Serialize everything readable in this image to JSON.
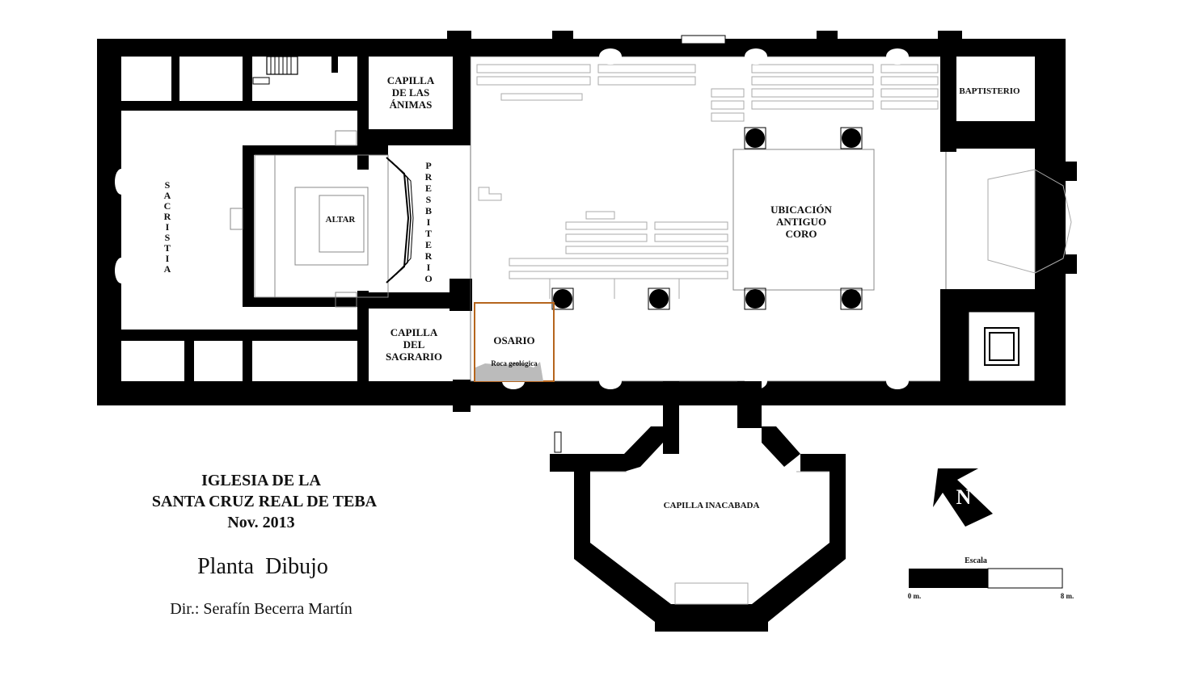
{
  "rooms": {
    "capilla_animas": [
      "CAPILLA",
      "DE LAS",
      "ÁNIMAS"
    ],
    "baptisterio": "BAPTISTERIO",
    "sacristia": [
      "S",
      "A",
      "C",
      "R",
      "I",
      "S",
      "T",
      "I",
      "A"
    ],
    "altar": "ALTAR",
    "presbiterio": [
      "P",
      "R",
      "E",
      "S",
      "B",
      "I",
      "T",
      "E",
      "R",
      "I",
      "O"
    ],
    "coro": [
      "UBICACIÓN",
      "ANTIGUO",
      "CORO"
    ],
    "capilla_sagrario": [
      "CAPILLA",
      "DEL",
      "SAGRARIO"
    ],
    "osario": "OSARIO",
    "roca": "Roca geológica",
    "capilla_inacabada": "CAPILLA INACABADA"
  },
  "title": {
    "line1": "IGLESIA DE LA",
    "line2": "SANTA CRUZ REAL DE TEBA",
    "line3": "Nov. 2013",
    "subtitle": "Planta  Dibujo",
    "director": "Dir.: Serafín Becerra Martín"
  },
  "north": "N",
  "scale": {
    "label": "Escala",
    "min": "0 m.",
    "max": "8 m."
  },
  "colors": {
    "wall": "#000000",
    "osario_border": "#b5651d",
    "rock_fill": "#bbbbbb"
  }
}
